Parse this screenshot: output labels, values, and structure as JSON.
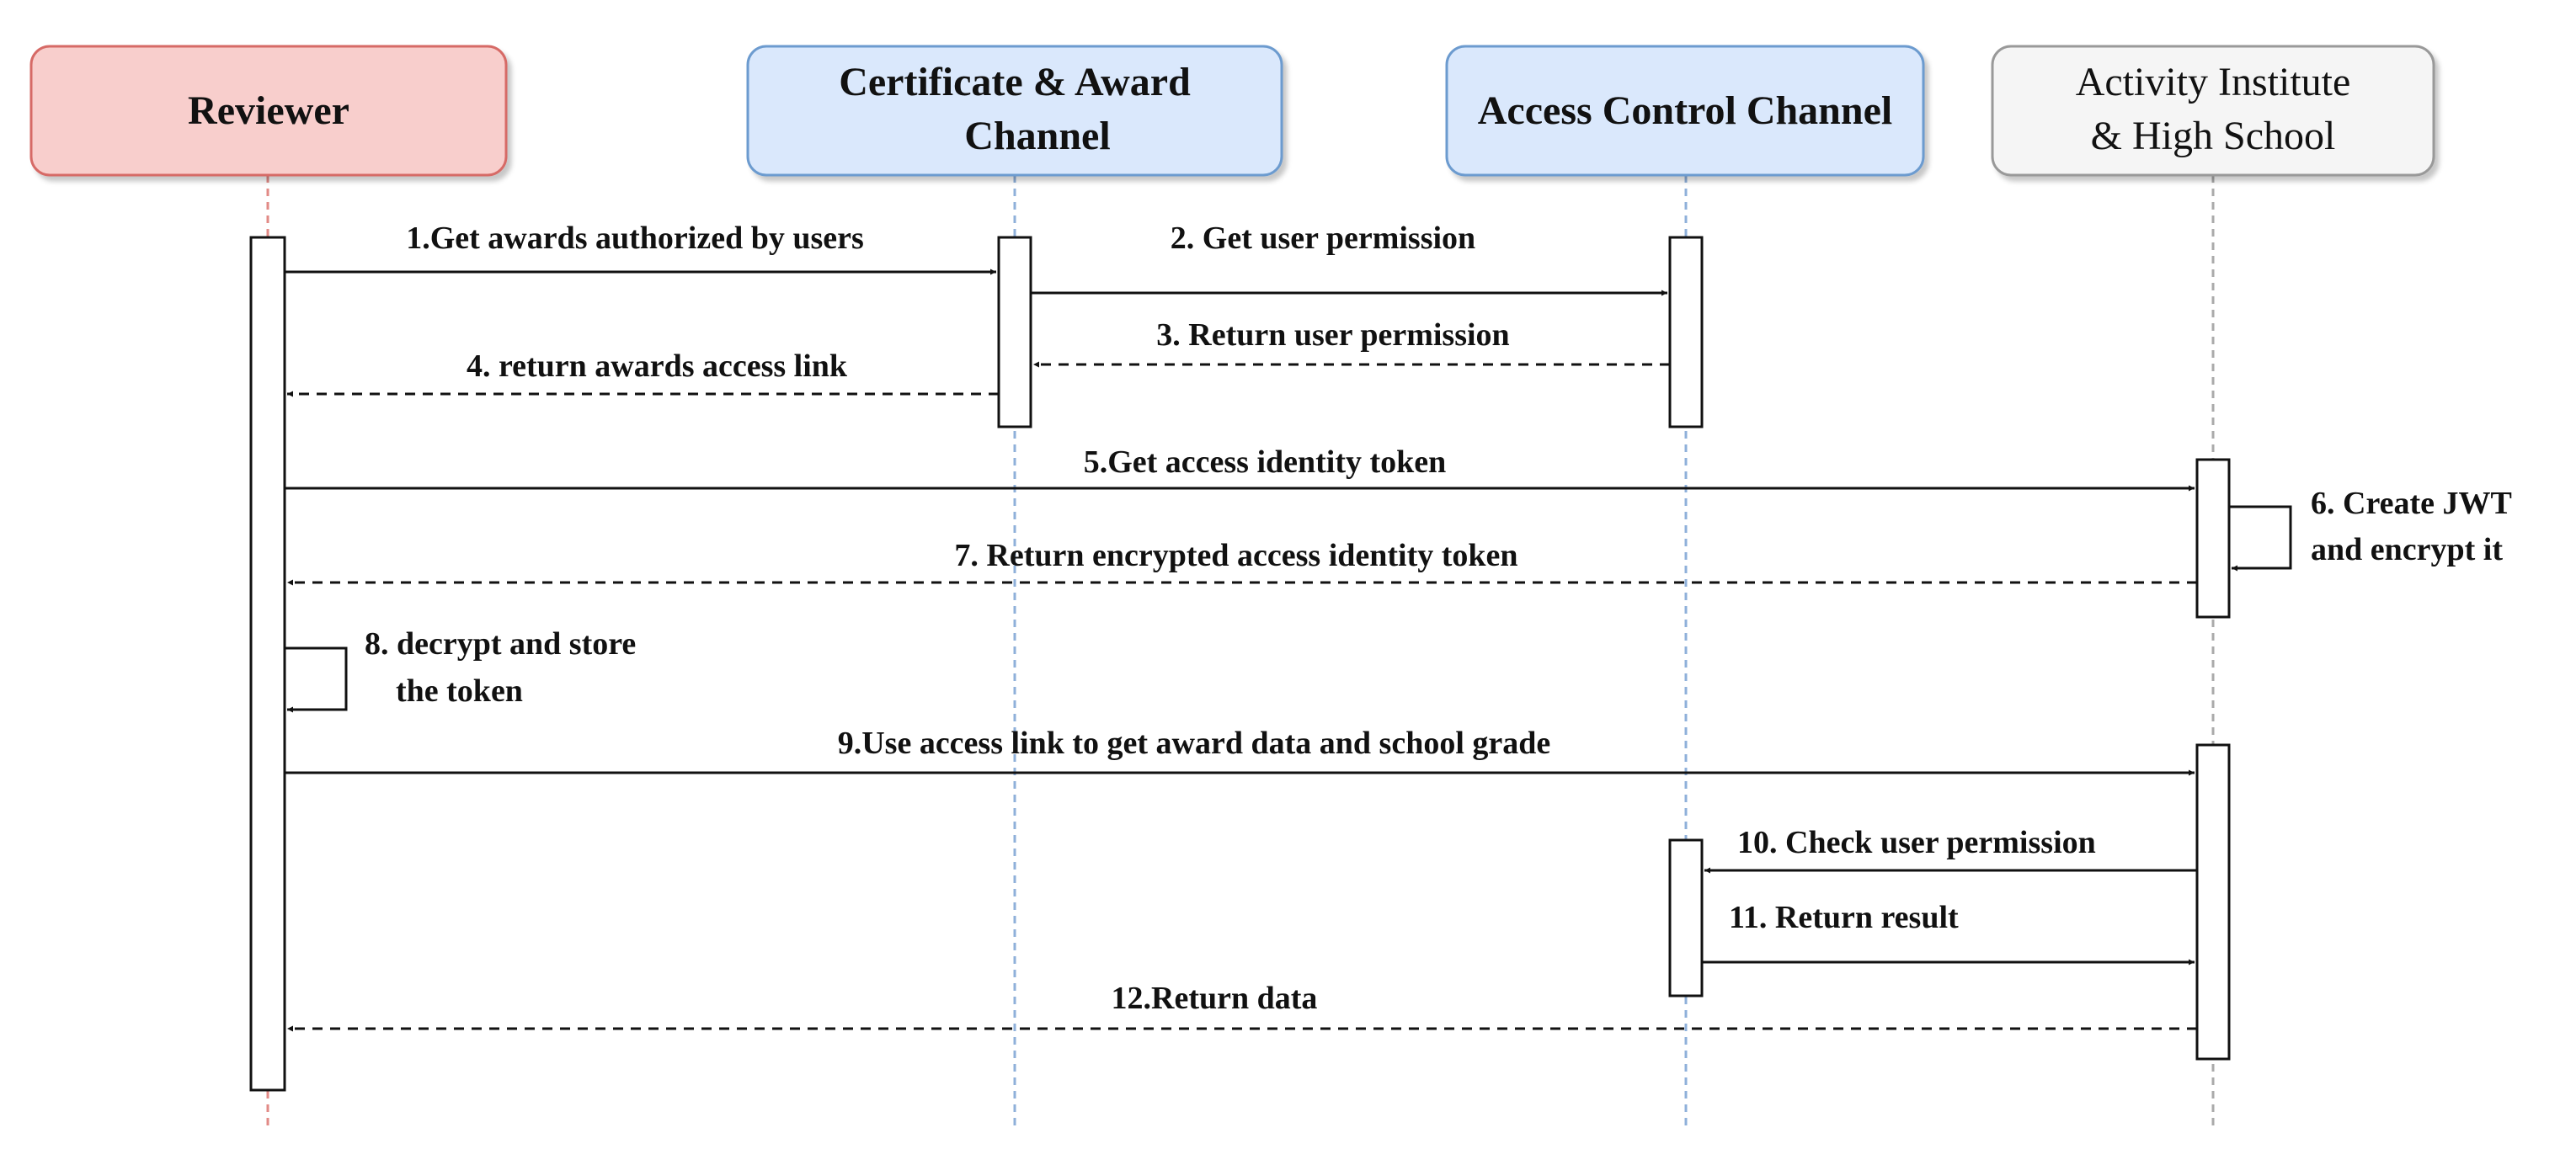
{
  "participants": [
    {
      "id": "reviewer",
      "lines": [
        "Reviewer"
      ],
      "fill": "#f8cecc",
      "stroke": "#d66a66",
      "lifeline": "#e28a86"
    },
    {
      "id": "cert",
      "lines": [
        "Certificate & Award",
        "Channel"
      ],
      "fill": "#dae8fc",
      "stroke": "#6c9bcf",
      "lifeline": "#8fb0da"
    },
    {
      "id": "access",
      "lines": [
        "Access Control Channel"
      ],
      "fill": "#dae8fc",
      "stroke": "#6c9bcf",
      "lifeline": "#8fb0da"
    },
    {
      "id": "school",
      "lines": [
        "Activity Institute",
        "& High School"
      ],
      "fill": "#f5f5f5",
      "stroke": "#999999",
      "lifeline": "#aaaaaa"
    }
  ],
  "messages": [
    {
      "label": "1.Get awards authorized by users",
      "from": "reviewer",
      "to": "cert",
      "style": "solid"
    },
    {
      "label": "2. Get user permission",
      "from": "cert",
      "to": "access",
      "style": "solid"
    },
    {
      "label": "3. Return user permission",
      "from": "access",
      "to": "cert",
      "style": "dashed"
    },
    {
      "label": "4. return awards access link",
      "from": "cert",
      "to": "reviewer",
      "style": "dashed"
    },
    {
      "label": "5.Get access identity token",
      "from": "reviewer",
      "to": "school",
      "style": "solid"
    },
    {
      "lines": [
        "6. Create JWT",
        "and encrypt it"
      ],
      "from": "school",
      "to": "school",
      "style": "self"
    },
    {
      "label": "7. Return encrypted access identity token",
      "from": "school",
      "to": "reviewer",
      "style": "dashed"
    },
    {
      "lines": [
        "8. decrypt and  store",
        "the token"
      ],
      "from": "reviewer",
      "to": "reviewer",
      "style": "self"
    },
    {
      "label": "9.Use access link to get award data and school grade",
      "from": "reviewer",
      "to": "school",
      "style": "solid"
    },
    {
      "label": "10. Check user permission",
      "from": "school",
      "to": "access",
      "style": "solid"
    },
    {
      "label": "11. Return result",
      "from": "access",
      "to": "school",
      "style": "solid"
    },
    {
      "label": "12.Return data",
      "from": "school",
      "to": "reviewer",
      "style": "dashed"
    }
  ]
}
